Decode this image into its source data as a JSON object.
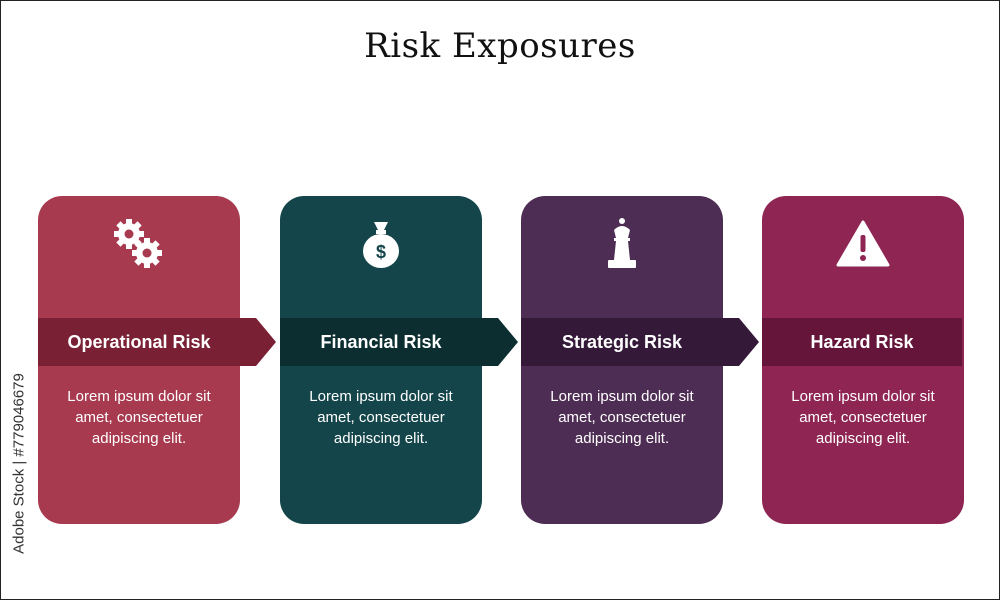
{
  "title": "Risk Exposures",
  "watermark": "Adobe Stock | #779046679",
  "cards": [
    {
      "label": "Operational Risk",
      "icon": "gears-icon",
      "color": "#a83a50",
      "band_color": "#7a2034",
      "desc1": "Lorem ipsum dolor sit",
      "desc2": "amet, consectetuer",
      "desc3": "adipiscing elit."
    },
    {
      "label": "Financial Risk",
      "icon": "money-bag-icon",
      "color": "#13454a",
      "band_color": "#0c2e30",
      "desc1": "Lorem ipsum dolor sit",
      "desc2": "amet, consectetuer",
      "desc3": "adipiscing elit."
    },
    {
      "label": "Strategic Risk",
      "icon": "chess-queen-icon",
      "color": "#4e2d54",
      "band_color": "#341a38",
      "desc1": "Lorem ipsum dolor sit",
      "desc2": "amet, consectetuer",
      "desc3": "adipiscing elit."
    },
    {
      "label": "Hazard Risk",
      "icon": "warning-icon",
      "color": "#8e2553",
      "band_color": "#641539",
      "desc1": "Lorem ipsum dolor sit",
      "desc2": "amet, consectetuer",
      "desc3": "adipiscing elit."
    }
  ]
}
